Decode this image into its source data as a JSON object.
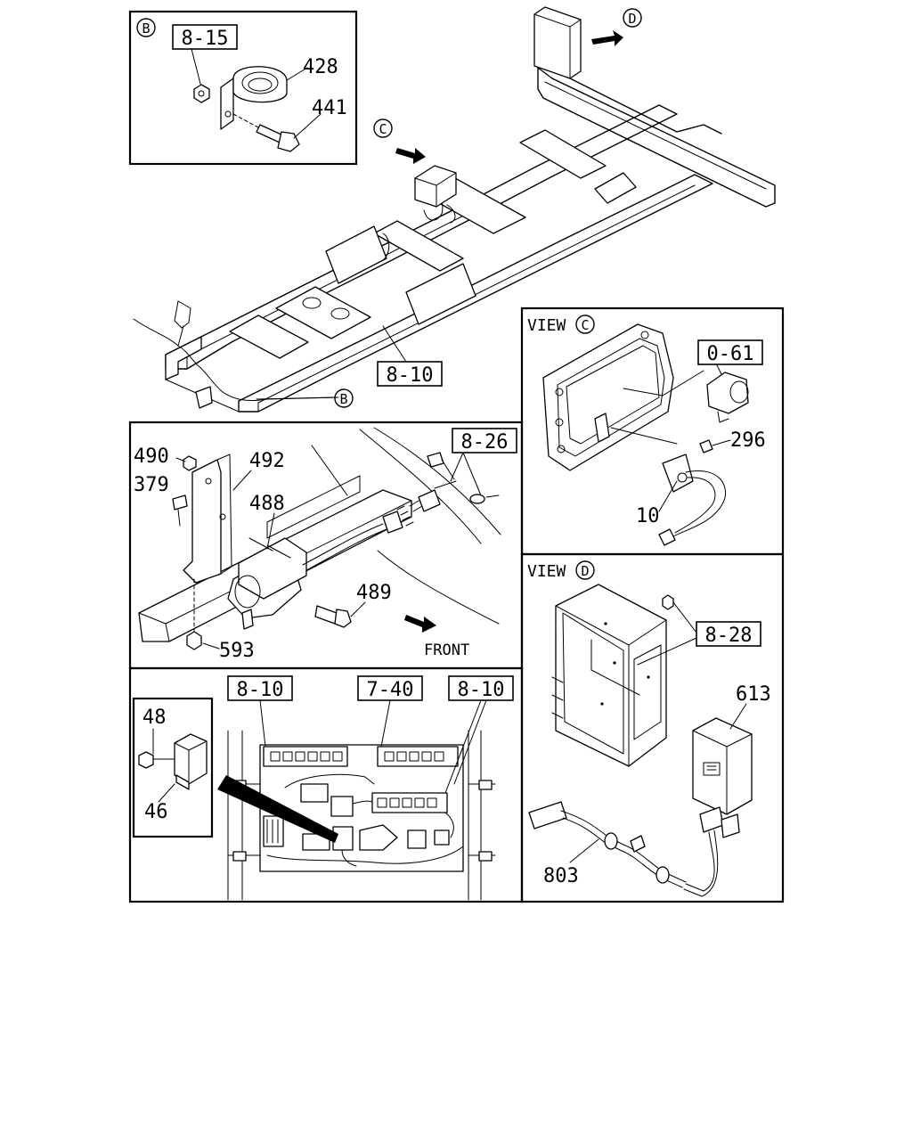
{
  "views": {
    "b": {
      "marker": "B",
      "ref": "8-15",
      "parts": [
        "428",
        "441"
      ]
    },
    "c": {
      "title": "VIEW",
      "marker": "C",
      "ref": "0-61",
      "parts": [
        "296",
        "10"
      ]
    },
    "d": {
      "title": "VIEW",
      "marker": "D",
      "ref": "8-28",
      "parts": [
        "613",
        "803"
      ]
    }
  },
  "chassis": {
    "ref": "8-10",
    "markers": [
      "D",
      "C",
      "B"
    ]
  },
  "throttle": {
    "ref": "8-26",
    "parts": [
      "490",
      "492",
      "379",
      "488",
      "489",
      "593"
    ],
    "direction": "FRONT"
  },
  "relay_panel": {
    "refs": [
      "8-10",
      "7-40",
      "8-10"
    ],
    "parts": [
      "48",
      "46"
    ]
  }
}
